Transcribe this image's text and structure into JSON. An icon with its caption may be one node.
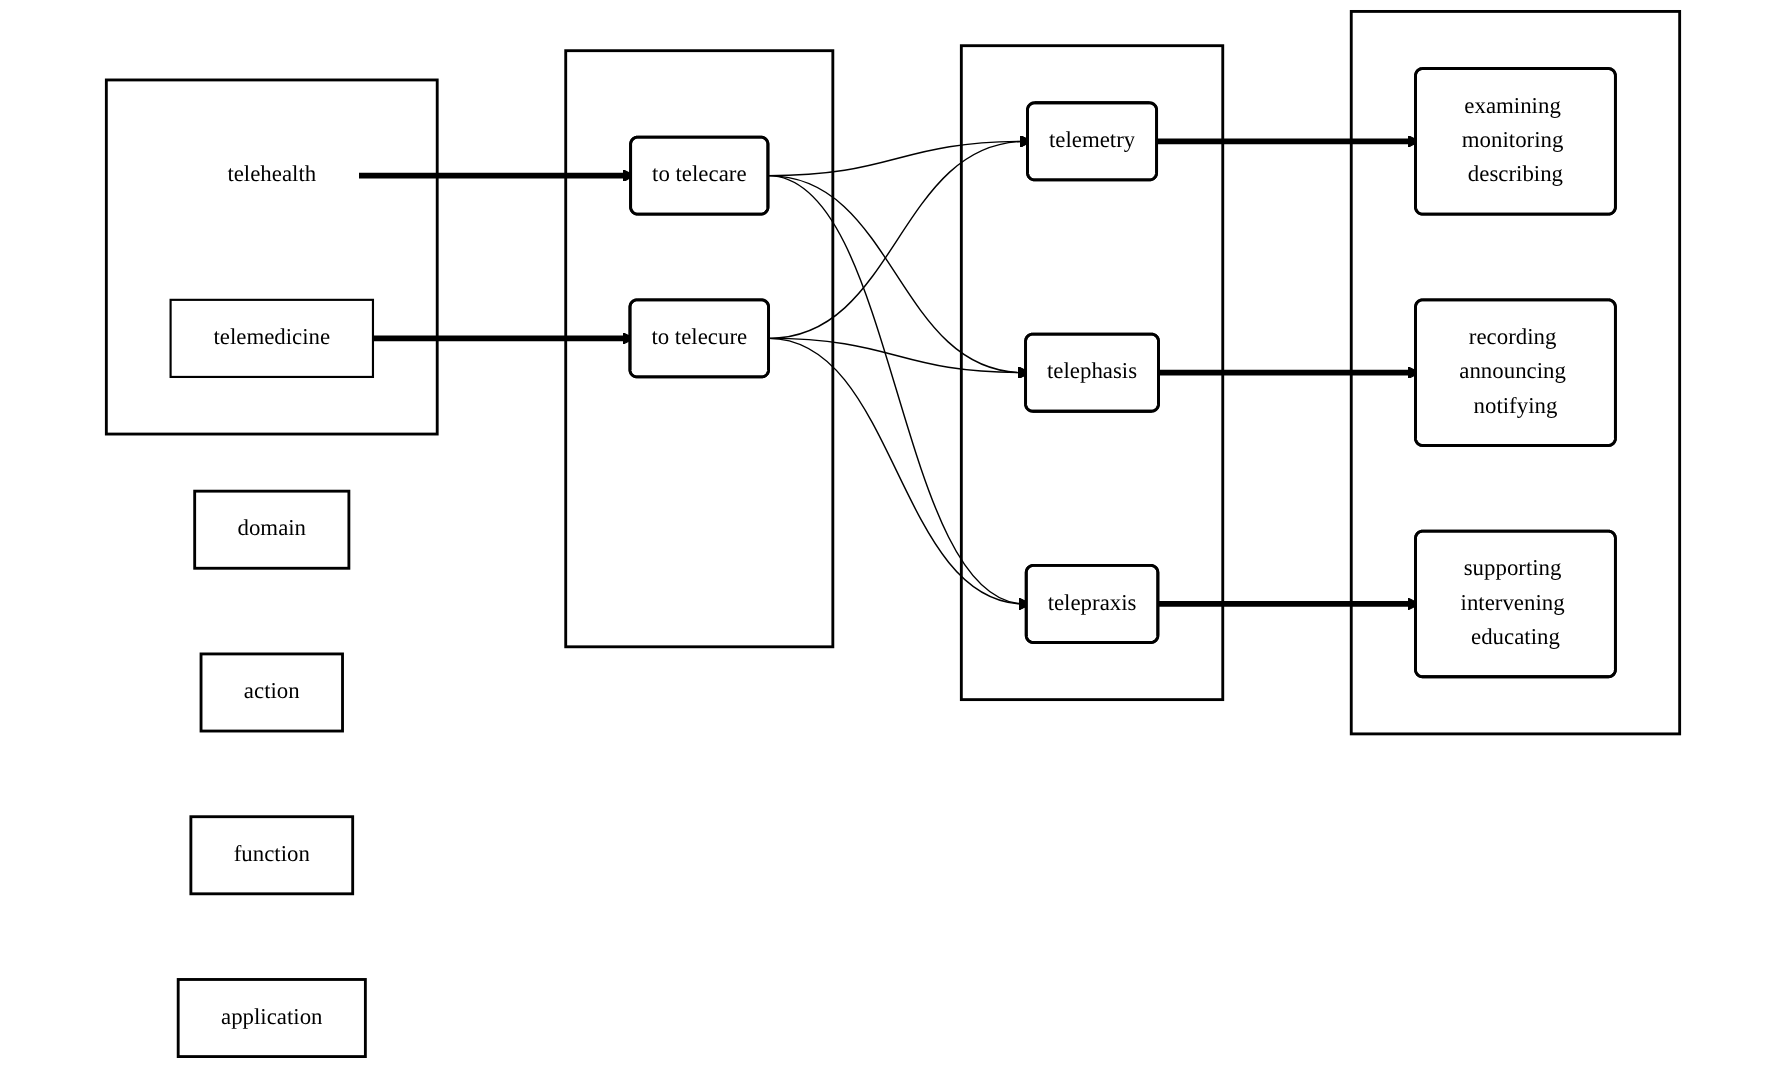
{
  "diagram": {
    "nodes": [
      {
        "text": [
          "domain"
        ]
      },
      {
        "text": [
          "action"
        ]
      },
      {
        "text": [
          "function"
        ]
      },
      {
        "text": [
          "application"
        ]
      },
      {
        "text": [],
        "shape": "box"
      },
      {
        "text": [
          "telehealth"
        ],
        "in": 4
      },
      {
        "text": [
          "telemedicine"
        ],
        "in": 4
      },
      {
        "text": [],
        "shape": "box"
      },
      {
        "text": [
          "to telecare"
        ],
        "in": 7
      },
      {
        "text": [
          "to telecure"
        ],
        "in": 7
      },
      {
        "text": [],
        "shape": "box"
      },
      {
        "text": [
          "telemetry"
        ],
        "in": 10
      },
      {
        "text": [
          "telephasis"
        ],
        "in": 10
      },
      {
        "text": [
          "telepraxis"
        ],
        "in": 10
      },
      {
        "text": [],
        "shape": "box"
      },
      {
        "text": [
          "examining monitoring describing"
        ],
        "in": 14
      },
      {
        "text": [
          "recording announcing notifying"
        ],
        "in": 14
      },
      {
        "text": [
          "supporting intervening educating"
        ],
        "in": 14
      }
    ],
    "edges": [
      {
        "from": 5,
        "to": 8,
        "arrow": "to",
        "style": "thick"
      },
      {
        "from": 6,
        "to": 9,
        "arrow": "to",
        "style": "thick"
      },
      {
        "from": 8,
        "to": 11,
        "arrow": "to"
      },
      {
        "from": 8,
        "to": 12,
        "arrow": "to"
      },
      {
        "from": 8,
        "to": 13,
        "arrow": "to"
      },
      {
        "from": 9,
        "to": 11,
        "arrow": "to"
      },
      {
        "from": 9,
        "to": 12,
        "arrow": "to"
      },
      {
        "from": 9,
        "to": 13,
        "arrow": "to"
      },
      {
        "from": 11,
        "to": 15,
        "arrow": "to",
        "style": "thick"
      },
      {
        "from": 12,
        "to": 16,
        "arrow": "to",
        "style": "thick"
      },
      {
        "from": 13,
        "to": 17,
        "arrow": "to",
        "style": "thick"
      }
    ]
  }
}
